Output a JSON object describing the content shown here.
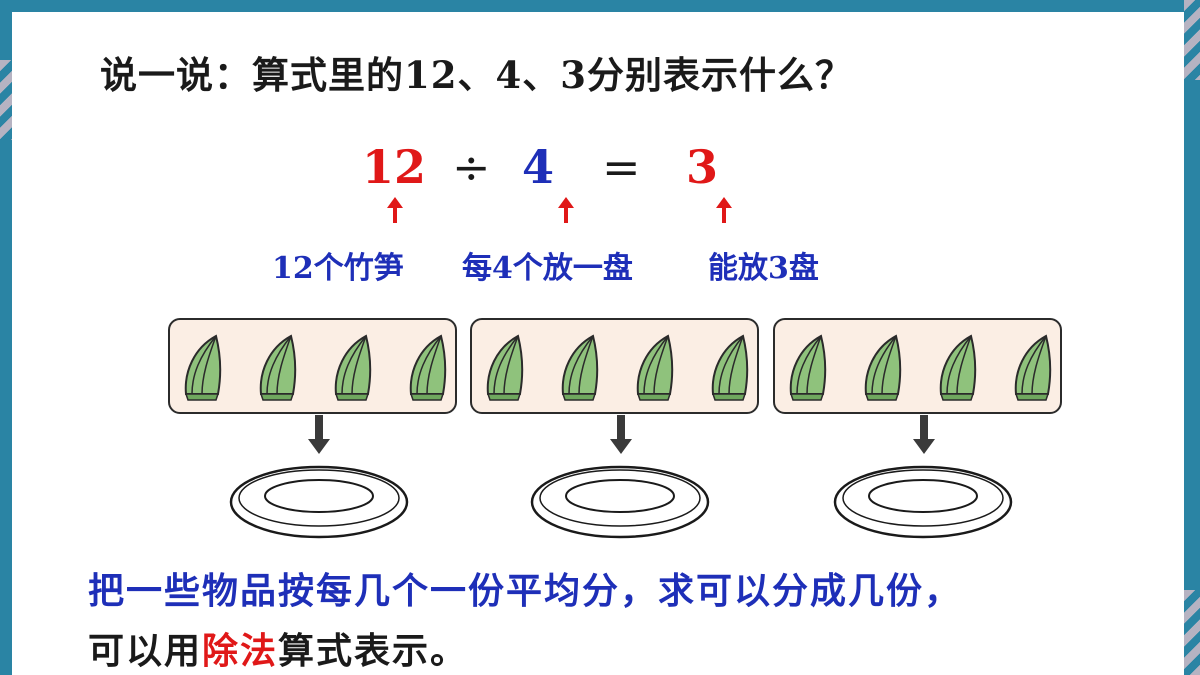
{
  "title": "说一说：算式里的12、4、3分别表示什么？",
  "equation": {
    "dividend": "12",
    "operator": "÷",
    "divisor": "4",
    "equals": "=",
    "quotient": "3"
  },
  "captions": [
    "12个竹笋",
    "每4个放一盘",
    "能放3盘"
  ],
  "groups": [
    {
      "items": 4
    },
    {
      "items": 4
    },
    {
      "items": 4
    }
  ],
  "body": {
    "line1": "把一些物品按每几个一份平均分，求可以分成几份，",
    "line2_before": "可以用",
    "line2_highlight": "除法",
    "line2_after": "算式表示。"
  },
  "colors": {
    "red": "#e01818",
    "blue": "#1e2fb8",
    "frame": "#2a84a4",
    "box_fill": "#fbeee4",
    "shoot_green": "#7fb36c"
  },
  "icons": [
    "bamboo-shoot-icon",
    "down-arrow-icon",
    "plate-icon",
    "up-arrow-icon"
  ]
}
